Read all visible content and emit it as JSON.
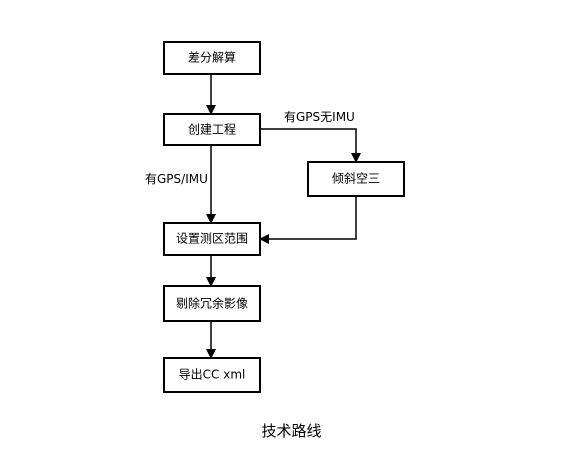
{
  "diagram": {
    "nodes": {
      "diff_solve": "差分解算",
      "create_project": "创建工程",
      "oblique_aerial_triangulation": "倾斜空三",
      "set_survey_area": "设置测区范围",
      "remove_redundant_images": "剔除冗余影像",
      "export_cc_xml": "导出CC xml"
    },
    "edge_labels": {
      "gps_no_imu": "有GPS无IMU",
      "gps_imu": "有GPS/IMU"
    }
  },
  "caption": "技术路线"
}
